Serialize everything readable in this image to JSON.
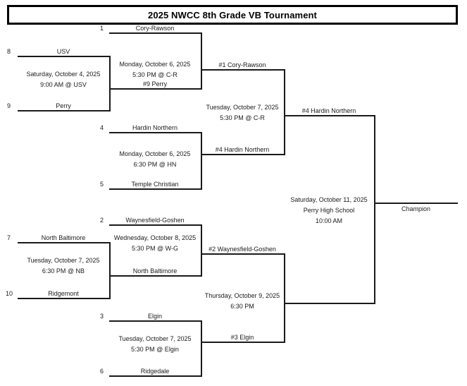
{
  "title": "2025 NWCC 8th Grade VB Tournament",
  "champion_label": "Champion",
  "rounds": {
    "play_in": [
      {
        "top_seed": "8",
        "top_team": "USV",
        "bottom_seed": "9",
        "bottom_team": "Perry",
        "info": [
          "Saturday, October 4, 2025",
          "9:00 AM @ USV"
        ]
      },
      {
        "top_seed": "7",
        "top_team": "North Baltimore",
        "bottom_seed": "10",
        "bottom_team": "Ridgemont",
        "info": [
          "Tuesday, October 7, 2025",
          "6:30 PM @ NB"
        ]
      }
    ],
    "quarterfinals": [
      {
        "top_seed": "1",
        "top_team": "Cory-Rawson",
        "bottom_team": "#9 Perry",
        "info": [
          "Monday, October 6, 2025",
          "5:30 PM @ C-R"
        ]
      },
      {
        "top_seed": "4",
        "top_team": "Hardin Northern",
        "bottom_seed": "5",
        "bottom_team": "Temple Christian",
        "info": [
          "Monday, October 6, 2025",
          "6:30 PM @ HN"
        ]
      },
      {
        "top_seed": "2",
        "top_team": "Waynesfield-Goshen",
        "bottom_team": "North Baltimore",
        "info": [
          "Wednesday, October 8, 2025",
          "5:30 PM @ W-G"
        ]
      },
      {
        "top_seed": "3",
        "top_team": "Elgin",
        "bottom_seed": "6",
        "bottom_team": "Ridgedale",
        "info": [
          "Tuesday, October 7, 2025",
          "5:30 PM @ Elgin"
        ]
      }
    ],
    "semifinals": [
      {
        "top_team": "#1 Cory-Rawson",
        "bottom_team": "#4 Hardin Northern",
        "info": [
          "Tuesday, October 7, 2025",
          "5:30 PM @ C-R"
        ]
      },
      {
        "top_team": "#2 Waynesfield-Goshen",
        "bottom_team": "#3 Elgin",
        "info": [
          "Thursday, October 9, 2025",
          "6:30 PM"
        ]
      }
    ],
    "final": {
      "top_team": "#4 Hardin Northern",
      "info": [
        "Saturday, October 11, 2025",
        "Perry High School",
        "10:00 AM"
      ]
    }
  },
  "colors": {
    "line": "#1a1a1a",
    "title_border": "#000000",
    "background": "#ffffff"
  }
}
